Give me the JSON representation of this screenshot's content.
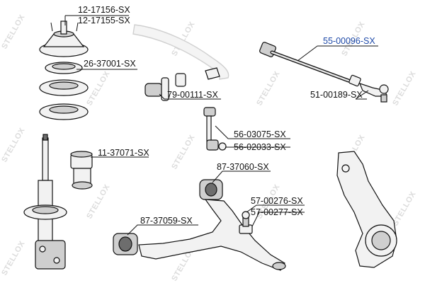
{
  "watermark": "STELLOX",
  "colors": {
    "highlight_label": "#1f4aa8",
    "label": "#111111",
    "watermark": "#dcdcdc"
  },
  "labels": {
    "top_mount_a": "12-17156-SX",
    "top_mount_b": "12-17155-SX",
    "bearing": "26-37001-SX",
    "bushing_stab": "79-00111-SX",
    "tie_rod": "55-00096-SX",
    "tie_rod_end": "51-00189-SX",
    "link_a": "56-03075-SX",
    "link_b": "56-02033-SX",
    "bump_stop": "11-37071-SX",
    "arm_bushing_upper": "87-37060-SX",
    "ball_joint_a": "57-00276-SX",
    "ball_joint_b": "57-00277-SX",
    "arm_bushing_lower": "87-37059-SX"
  }
}
